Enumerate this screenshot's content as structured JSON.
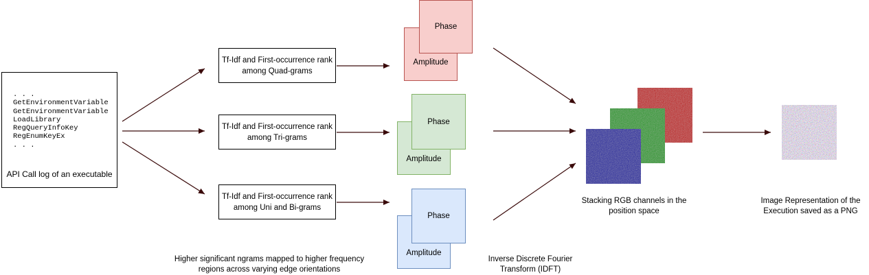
{
  "api_log": {
    "lines": [
      ". . .",
      "GetEnvironmentVariable",
      "GetEnvironmentVariable",
      "LoadLibrary",
      "RegQueryInfoKey",
      "RegEnumKeyEx",
      ". . ."
    ],
    "caption": "API Call log of an executable"
  },
  "ngram_boxes": [
    {
      "label": "Tf-Idf and First-occurrence rank among Quad-grams"
    },
    {
      "label": "Tf-Idf and First-occurrence rank among Tri-grams"
    },
    {
      "label": "Tf-Idf and First-occurrence rank among Uni and Bi-grams"
    }
  ],
  "spectra": [
    {
      "color": "red",
      "phase": "Phase",
      "amplitude": "Amplitude"
    },
    {
      "color": "green",
      "phase": "Phase",
      "amplitude": "Amplitude"
    },
    {
      "color": "blue",
      "phase": "Phase",
      "amplitude": "Amplitude"
    }
  ],
  "captions": {
    "ngram_mapping": "Higher significant ngrams mapped to higher frequency regions across varying edge orientations",
    "idft": "Inverse Discrete Fourier Transform (IDFT)",
    "stacking": "Stacking RGB channels in the position space",
    "output": "Image Representation of the Execution saved as a PNG"
  },
  "colors": {
    "red_channel": "#c00000",
    "green_channel": "#1a9a1a",
    "blue_channel": "#0a0aa0",
    "arrow": "#3a0a0a"
  }
}
